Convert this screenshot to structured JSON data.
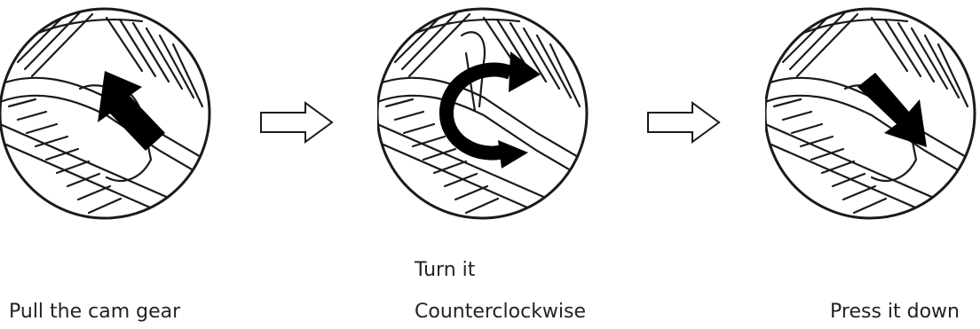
{
  "steps": [
    {
      "caption_lines": [
        "Pull the cam gear"
      ],
      "arrow_icon": "bold-arrow-up-left-icon"
    },
    {
      "caption_lines": [
        "Turn it",
        "Counterclockwise"
      ],
      "arrow_icon": "curved-counterclockwise-arrow-icon"
    },
    {
      "caption_lines": [
        "Press it down"
      ],
      "arrow_icon": "bold-arrow-down-right-icon"
    }
  ],
  "transition_icon": "outline-arrow-right-icon",
  "colors": {
    "line": "#1a1a1a",
    "background": "#ffffff",
    "arrow": "#000000"
  }
}
